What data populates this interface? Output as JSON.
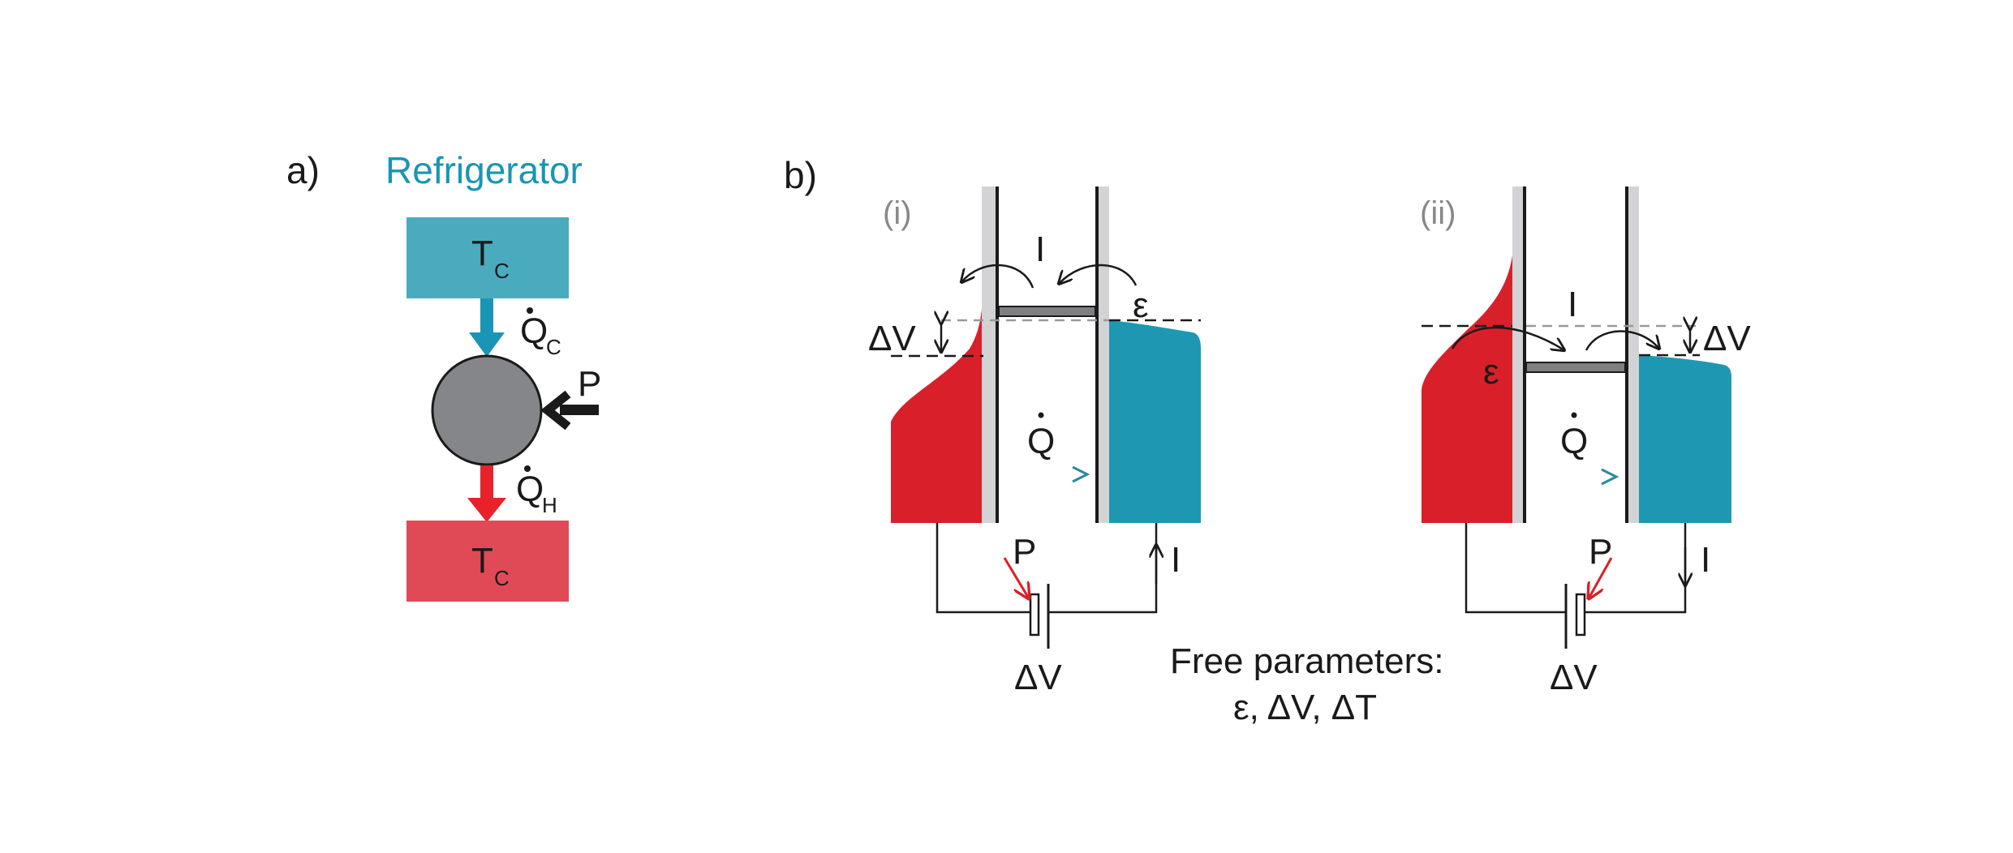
{
  "panel_a": {
    "label": "a)",
    "title": "Refrigerator",
    "title_color": "#1a95b5",
    "top_reservoir": {
      "label": "T",
      "sub": "C",
      "color": "#4aabbf"
    },
    "bottom_reservoir": {
      "label": "T",
      "sub": "C",
      "color": "#e04a56"
    },
    "heat_in": {
      "label": "Q",
      "sub": "C"
    },
    "heat_out": {
      "label": "Q",
      "sub": "H"
    },
    "power": {
      "label": "P"
    },
    "engine_color": "#858689"
  },
  "panel_b": {
    "label": "b)",
    "cases": [
      {
        "roman": "(i)",
        "current_label": "I",
        "level_label": "ε",
        "bias_label": "ΔV",
        "heat_label": "Q",
        "power_label": "P",
        "circuit_current": "I",
        "battery_label": "ΔV"
      },
      {
        "roman": "(ii)",
        "current_label": "I",
        "level_label": "ε",
        "bias_label": "ΔV",
        "heat_label": "Q",
        "power_label": "P",
        "circuit_current": "I",
        "battery_label": "ΔV"
      }
    ],
    "hot_color": "#d9202a",
    "cold_color": "#1e98b2",
    "free_params_title": "Free parameters:",
    "free_params_list": "ε, ΔV, ΔT"
  }
}
